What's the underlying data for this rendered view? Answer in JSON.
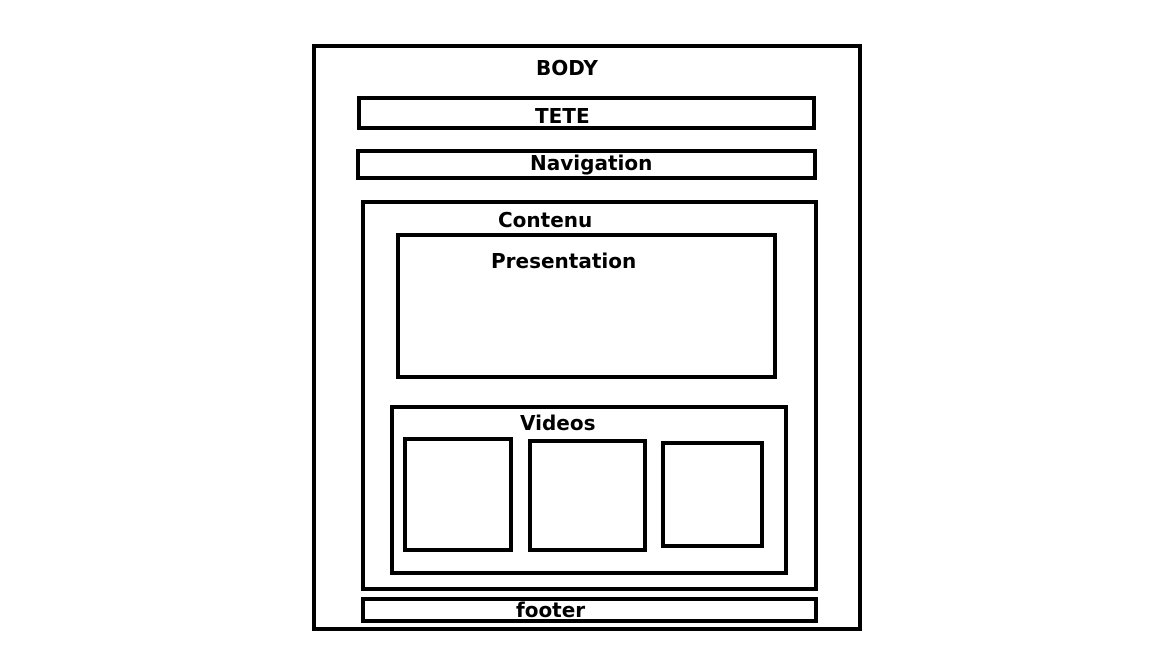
{
  "diagram": {
    "body_label": "BODY",
    "header_label": "TETE",
    "nav_label": "Navigation",
    "content_label": "Contenu",
    "presentation_label": "Presentation",
    "videos_label": "Videos",
    "footer_label": "footer"
  }
}
